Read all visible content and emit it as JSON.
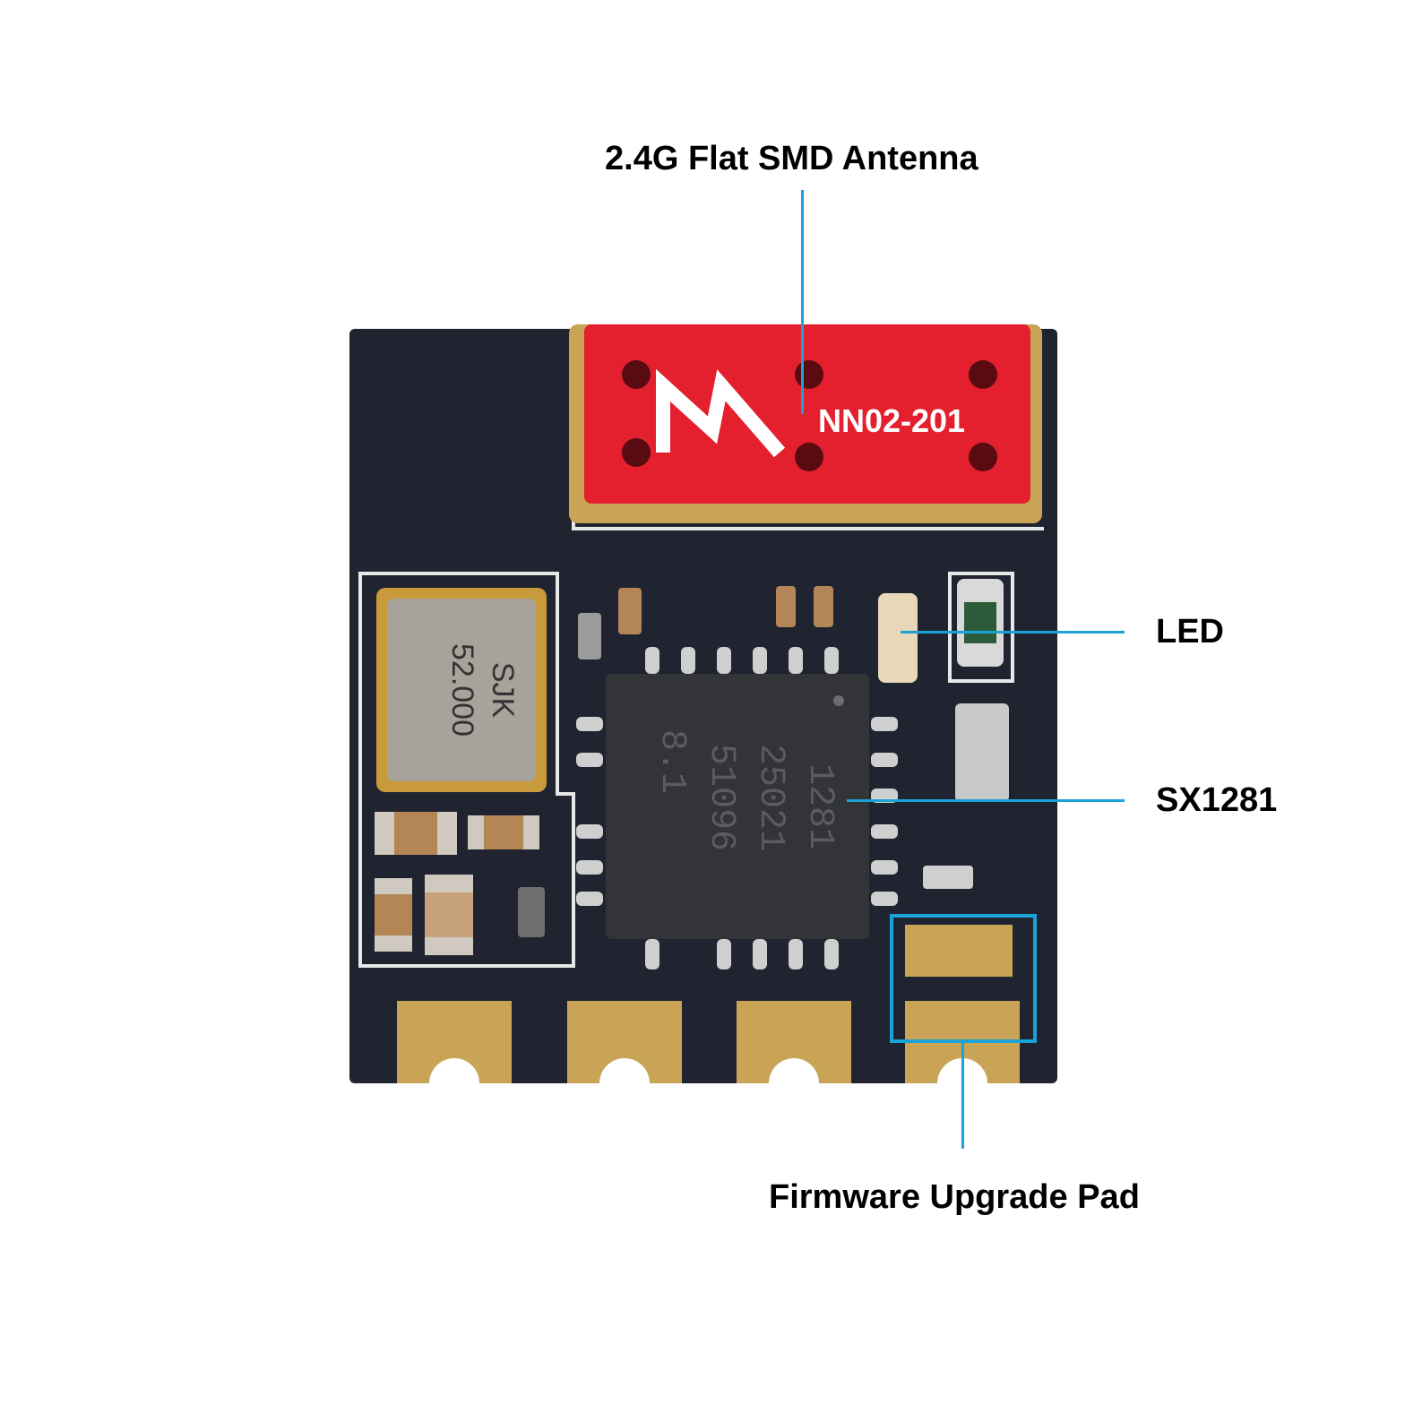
{
  "callouts": {
    "antenna": "2.4G Flat SMD Antenna",
    "led": "LED",
    "chip": "SX1281",
    "pad": "Firmware Upgrade Pad"
  },
  "antenna_marking": "NN02-201",
  "crystal_marking": {
    "line1": "SJK",
    "line2": "52.000"
  },
  "chip_marking": {
    "line1": "1281",
    "line2": "25021",
    "line3": "51096",
    "line4": "8.1"
  },
  "colors": {
    "board": "#1f2430",
    "antenna": "#e4202f",
    "gold": "#c9a457",
    "callout": "#1aa3d6"
  }
}
